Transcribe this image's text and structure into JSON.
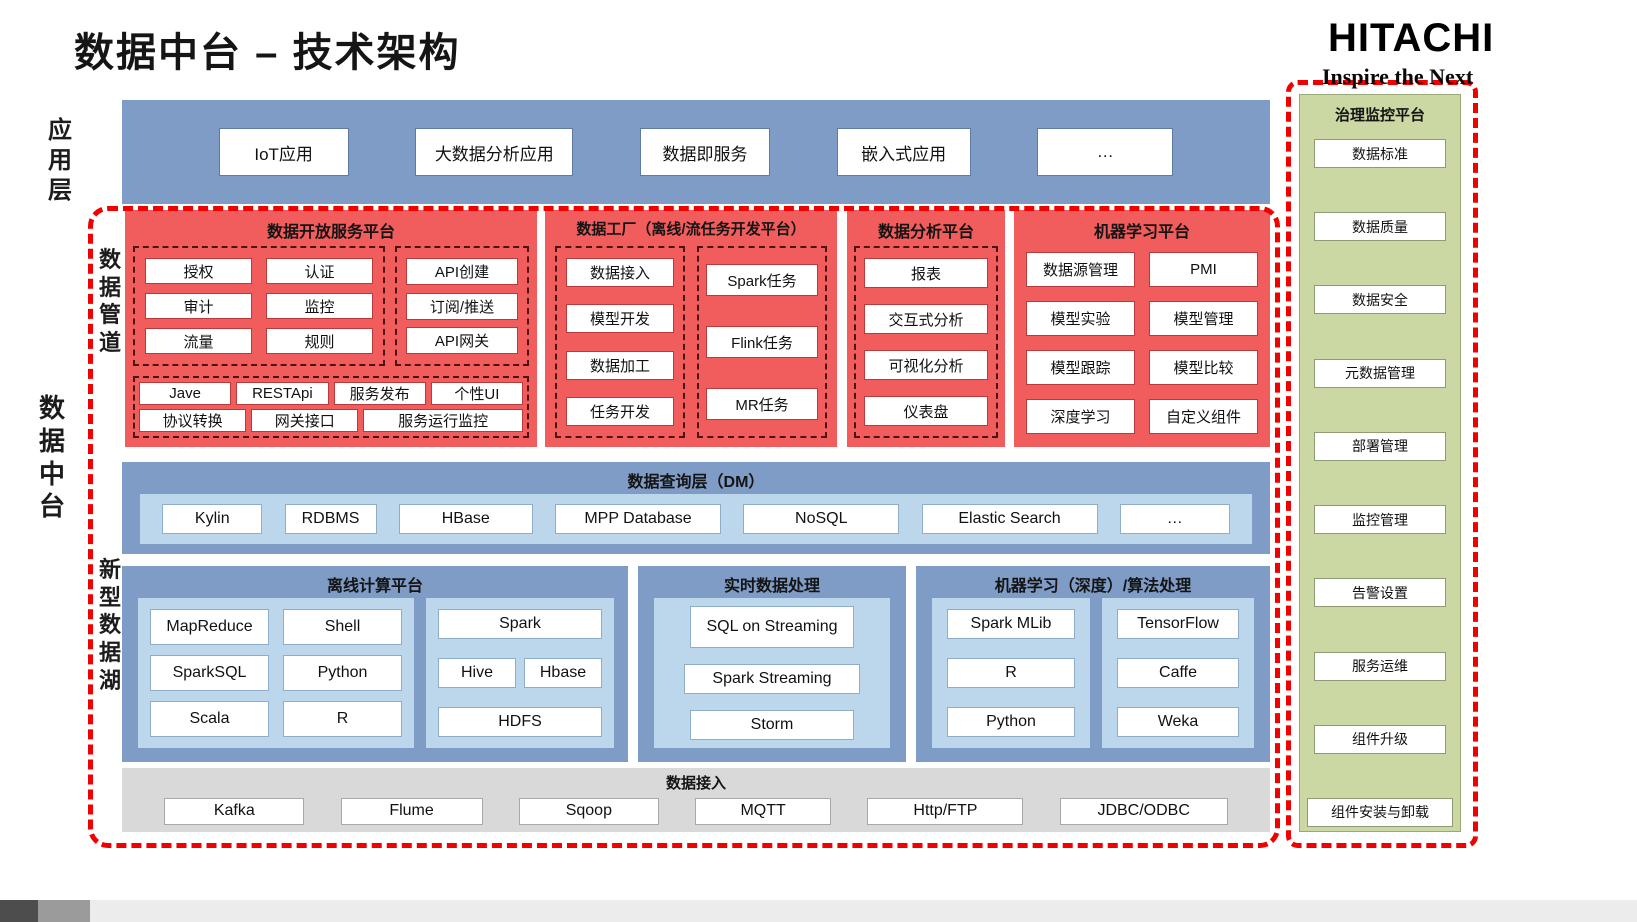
{
  "page": {
    "title": "数据中台 – 技术架构"
  },
  "brand": {
    "logo": "HITACHI",
    "tagline": "Inspire the Next"
  },
  "side_labels": {
    "app_layer": "应用层",
    "data_pipeline": "数据管道",
    "data_platform": "数据中台",
    "new_data_lake": "新型数据湖"
  },
  "app_layer": {
    "items": [
      "IoT应用",
      "大数据分析应用",
      "数据即服务",
      "嵌入式应用",
      "…"
    ]
  },
  "pipeline": {
    "open_service": {
      "title": "数据开放服务平台",
      "grid": [
        "授权",
        "认证",
        "审计",
        "监控",
        "流量",
        "规则"
      ],
      "api": [
        "API创建",
        "订阅/推送",
        "API网关"
      ],
      "bottom_row1": [
        "Jave",
        "RESTApi",
        "服务发布",
        "个性UI"
      ],
      "bottom_row2": [
        "协议转换",
        "网关接口",
        "服务运行监控"
      ]
    },
    "data_factory": {
      "title": "数据工厂（离线/流任务开发平台）",
      "steps": [
        "数据接入",
        "模型开发",
        "数据加工",
        "任务开发"
      ],
      "tasks": [
        "Spark任务",
        "Flink任务",
        "MR任务"
      ]
    },
    "analysis": {
      "title": "数据分析平台",
      "items": [
        "报表",
        "交互式分析",
        "可视化分析",
        "仪表盘"
      ]
    },
    "ml": {
      "title": "机器学习平台",
      "grid": [
        "数据源管理",
        "PMI",
        "模型实验",
        "模型管理",
        "模型跟踪",
        "模型比较",
        "深度学习",
        "自定义组件"
      ]
    }
  },
  "query_layer": {
    "title": "数据查询层（DM）",
    "items": [
      "Kylin",
      "RDBMS",
      "HBase",
      "MPP Database",
      "NoSQL",
      "Elastic Search",
      "…"
    ]
  },
  "compute": {
    "offline": {
      "title": "离线计算平台",
      "grid": [
        "MapReduce",
        "Shell",
        "SparkSQL",
        "Python",
        "Scala",
        "R"
      ],
      "right": {
        "r1": "Spark",
        "r2a": "Hive",
        "r2b": "Hbase",
        "r3": "HDFS"
      }
    },
    "realtime": {
      "title": "实时数据处理",
      "items": [
        "SQL on Streaming",
        "Spark Streaming",
        "Storm"
      ]
    },
    "ml_algo": {
      "title": "机器学习（深度）/算法处理",
      "col1": [
        "Spark MLib",
        "R",
        "Python"
      ],
      "col2": [
        "TensorFlow",
        "Caffe",
        "Weka"
      ]
    }
  },
  "ingestion": {
    "title": "数据接入",
    "items": [
      "Kafka",
      "Flume",
      "Sqoop",
      "MQTT",
      "Http/FTP",
      "JDBC/ODBC"
    ]
  },
  "governance": {
    "title": "治理监控平台",
    "items": [
      "数据标准",
      "数据质量",
      "数据安全",
      "元数据管理",
      "部署管理",
      "监控管理",
      "告警设置",
      "服务运维",
      "组件升级",
      "组件安装与卸载"
    ]
  },
  "colors": {
    "band_blue": "#7E9CC5",
    "light_blue": "#BCD7EB",
    "panel_red": "#F15C5C",
    "green": "#CBD8A4",
    "gray_band": "#D9D9D9",
    "dash_red": "#F20000"
  }
}
